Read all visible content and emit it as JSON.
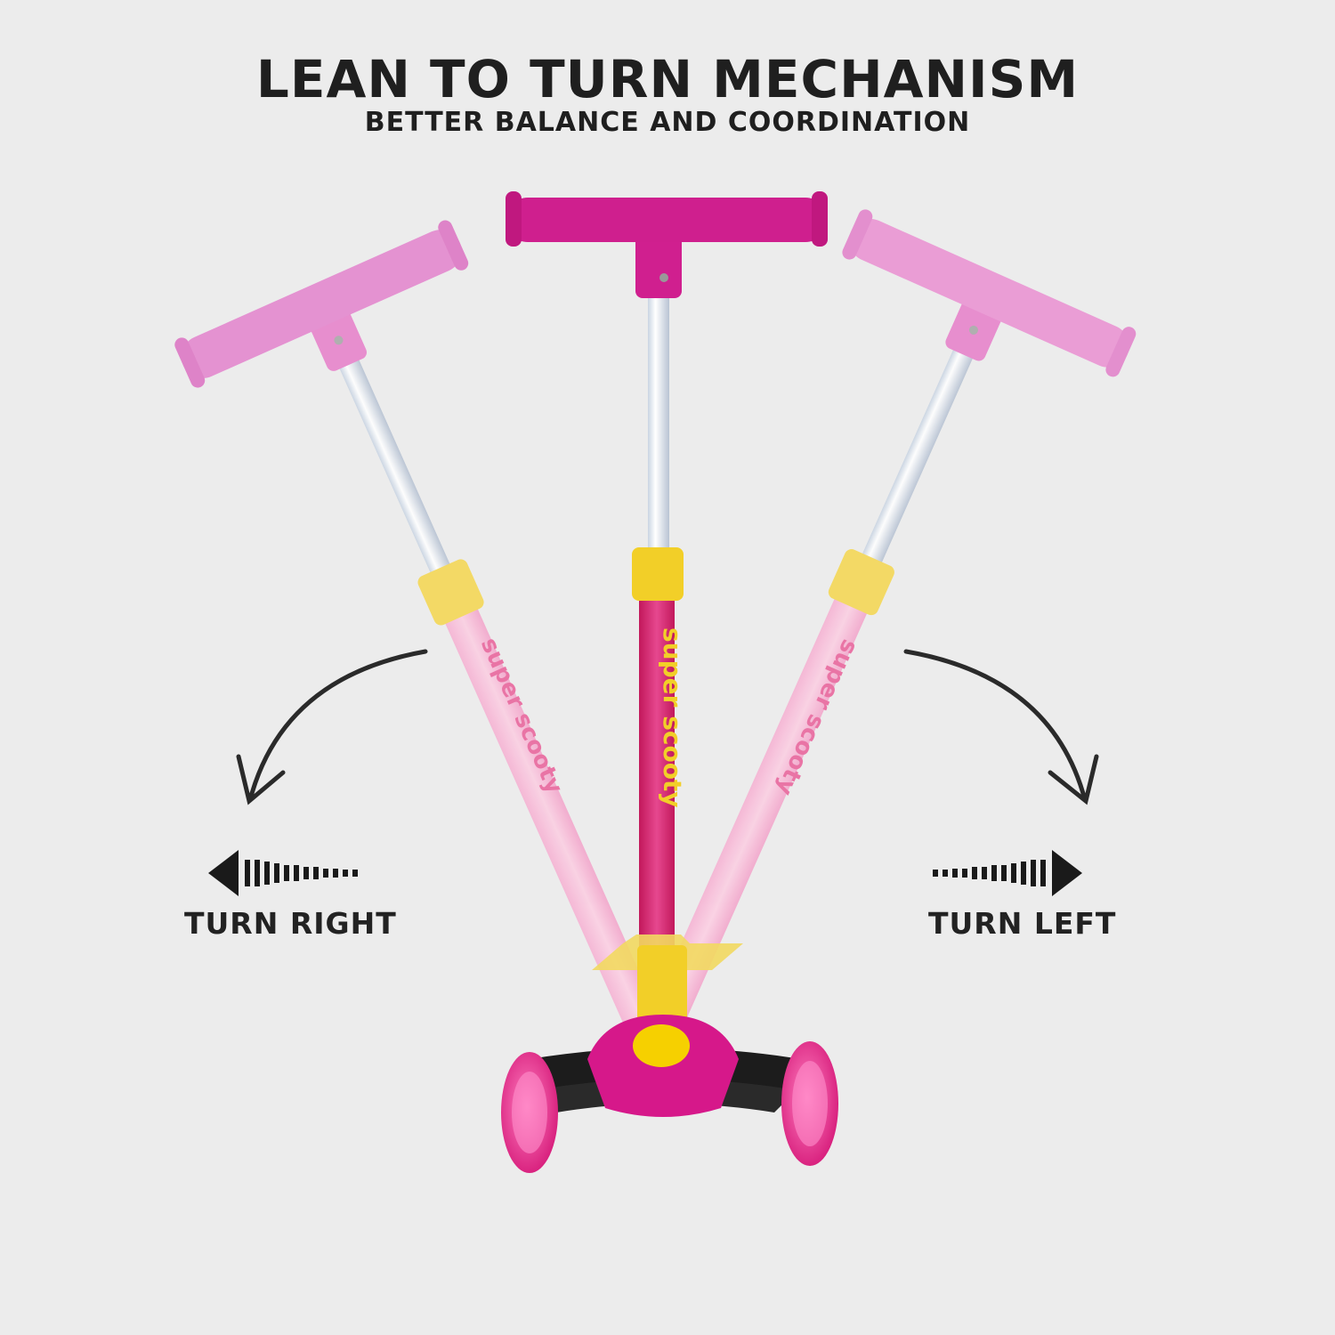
{
  "header": {
    "title": "LEAN TO TURN MECHANISM",
    "subtitle": "BETTER BALANCE AND COORDINATION"
  },
  "directions": {
    "left_label": "TURN RIGHT",
    "right_label": "TURN LEFT"
  },
  "product": {
    "brand_text": "super scooty"
  },
  "colors": {
    "background": "#ececec",
    "handle_main": "#cc1b8a",
    "handle_faded": "#e07ac6",
    "collar": "#f2d03a",
    "stem": "#d84b92",
    "wheel": "#ea2f93",
    "text": "#1f1f1f"
  }
}
